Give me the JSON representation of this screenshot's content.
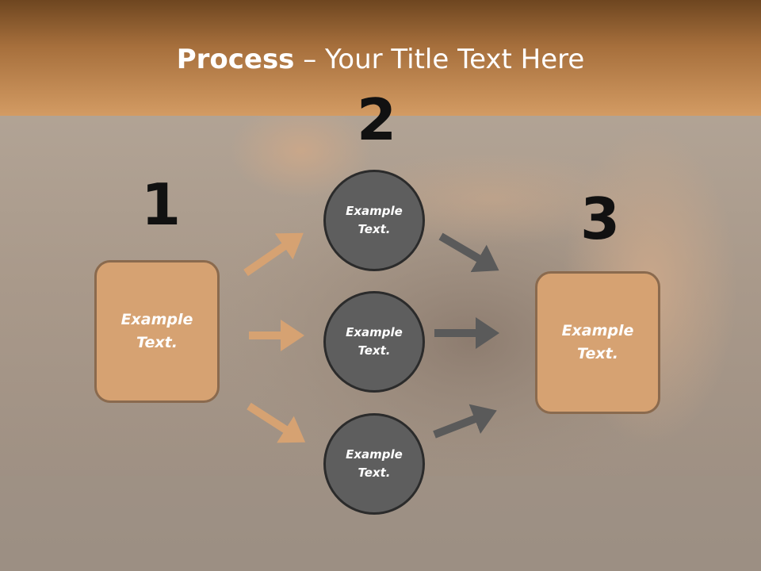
{
  "title": {
    "bold": "Process",
    "rest": " – Your Title Text Here"
  },
  "steps": [
    {
      "number": "1",
      "text": "Example\nText."
    },
    {
      "number": "2",
      "circles": [
        "Example\nText.",
        "Example\nText.",
        "Example\nText."
      ]
    },
    {
      "number": "3",
      "text": "Example\nText."
    }
  ],
  "colors": {
    "header": "#b07a45",
    "box_fill": "#d6a272",
    "circle_fill": "#5e5e5e",
    "arrow_light": "#d6a272",
    "arrow_dark": "#5a5a5a"
  }
}
